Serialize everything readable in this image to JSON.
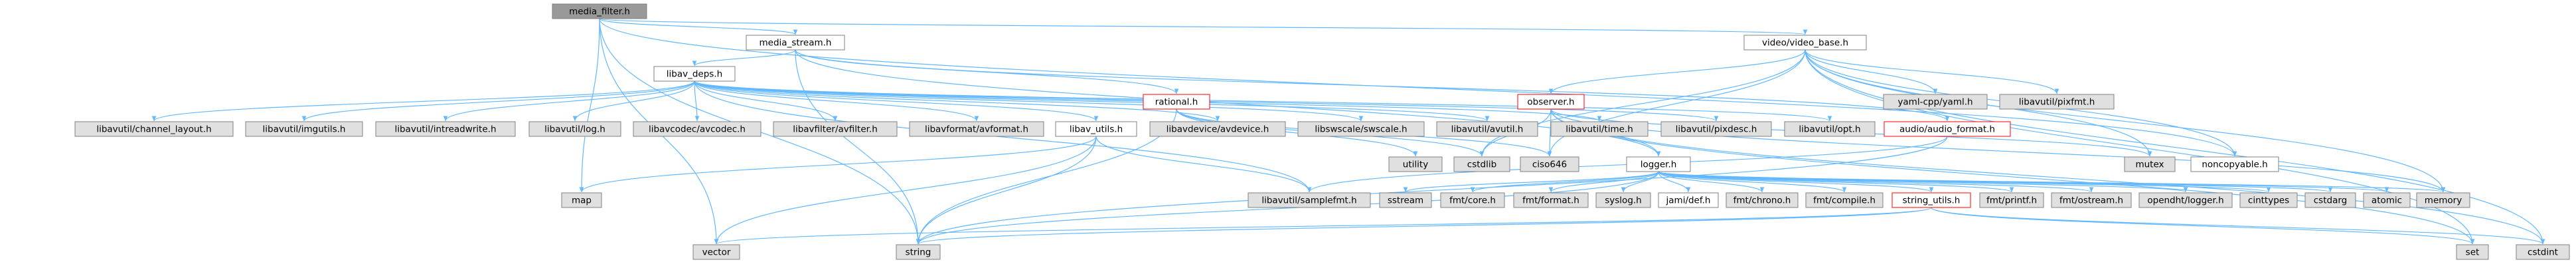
{
  "diagram": {
    "type": "include-dependency-graph",
    "colors": {
      "edge": "#63b8ff",
      "node_border": "#808080",
      "root_fill": "#999999",
      "default_fill": "#ffffff",
      "external_fill": "#e0e0e0",
      "highlight_border": "#ff0000"
    },
    "nodes": [
      {
        "id": "media_filter",
        "label": "media_filter.h",
        "style": "root"
      },
      {
        "id": "media_stream",
        "label": "media_stream.h",
        "style": "default"
      },
      {
        "id": "video_base",
        "label": "video/video_base.h",
        "style": "default"
      },
      {
        "id": "libav_deps",
        "label": "libav_deps.h",
        "style": "default"
      },
      {
        "id": "rational",
        "label": "rational.h",
        "style": "highlight"
      },
      {
        "id": "observer",
        "label": "observer.h",
        "style": "highlight"
      },
      {
        "id": "yaml",
        "label": "yaml-cpp/yaml.h",
        "style": "external"
      },
      {
        "id": "pixfmt",
        "label": "libavutil/pixfmt.h",
        "style": "external"
      },
      {
        "id": "chlayout",
        "label": "libavutil/channel_layout.h",
        "style": "external"
      },
      {
        "id": "imgutils",
        "label": "libavutil/imgutils.h",
        "style": "external"
      },
      {
        "id": "intreadwrite",
        "label": "libavutil/intreadwrite.h",
        "style": "external"
      },
      {
        "id": "log",
        "label": "libavutil/log.h",
        "style": "external"
      },
      {
        "id": "avcodec",
        "label": "libavcodec/avcodec.h",
        "style": "external"
      },
      {
        "id": "avfilter",
        "label": "libavfilter/avfilter.h",
        "style": "external"
      },
      {
        "id": "avformat",
        "label": "libavformat/avformat.h",
        "style": "external"
      },
      {
        "id": "libav_utils",
        "label": "libav_utils.h",
        "style": "default"
      },
      {
        "id": "avdevice",
        "label": "libavdevice/avdevice.h",
        "style": "external"
      },
      {
        "id": "swscale",
        "label": "libswscale/swscale.h",
        "style": "external"
      },
      {
        "id": "avutil",
        "label": "libavutil/avutil.h",
        "style": "external"
      },
      {
        "id": "time",
        "label": "libavutil/time.h",
        "style": "external"
      },
      {
        "id": "pixdesc",
        "label": "libavutil/pixdesc.h",
        "style": "external"
      },
      {
        "id": "opt",
        "label": "libavutil/opt.h",
        "style": "external"
      },
      {
        "id": "audio_format",
        "label": "audio/audio_format.h",
        "style": "highlight"
      },
      {
        "id": "utility",
        "label": "utility",
        "style": "external"
      },
      {
        "id": "cstdlib",
        "label": "cstdlib",
        "style": "external"
      },
      {
        "id": "ciso646",
        "label": "ciso646",
        "style": "external"
      },
      {
        "id": "logger",
        "label": "logger.h",
        "style": "default"
      },
      {
        "id": "mutex",
        "label": "mutex",
        "style": "external"
      },
      {
        "id": "noncopyable",
        "label": "noncopyable.h",
        "style": "default"
      },
      {
        "id": "map",
        "label": "map",
        "style": "external"
      },
      {
        "id": "samplefmt",
        "label": "libavutil/samplefmt.h",
        "style": "external"
      },
      {
        "id": "sstream",
        "label": "sstream",
        "style": "external"
      },
      {
        "id": "fmtcore",
        "label": "fmt/core.h",
        "style": "external"
      },
      {
        "id": "fmtformat",
        "label": "fmt/format.h",
        "style": "external"
      },
      {
        "id": "syslog",
        "label": "syslog.h",
        "style": "external"
      },
      {
        "id": "jamidef",
        "label": "jami/def.h",
        "style": "default"
      },
      {
        "id": "fmtchrono",
        "label": "fmt/chrono.h",
        "style": "external"
      },
      {
        "id": "fmtcompile",
        "label": "fmt/compile.h",
        "style": "external"
      },
      {
        "id": "string_utils",
        "label": "string_utils.h",
        "style": "highlight"
      },
      {
        "id": "fmtprintf",
        "label": "fmt/printf.h",
        "style": "external"
      },
      {
        "id": "fmtostream",
        "label": "fmt/ostream.h",
        "style": "external"
      },
      {
        "id": "opendht",
        "label": "opendht/logger.h",
        "style": "external"
      },
      {
        "id": "cinttypes",
        "label": "cinttypes",
        "style": "external"
      },
      {
        "id": "cstdarg",
        "label": "cstdarg",
        "style": "external"
      },
      {
        "id": "atomic",
        "label": "atomic",
        "style": "external"
      },
      {
        "id": "memory",
        "label": "memory",
        "style": "external"
      },
      {
        "id": "vector",
        "label": "vector",
        "style": "external"
      },
      {
        "id": "string",
        "label": "string",
        "style": "external"
      },
      {
        "id": "set",
        "label": "set",
        "style": "external"
      },
      {
        "id": "cstdint",
        "label": "cstdint",
        "style": "external"
      }
    ],
    "edges": [
      [
        "media_filter",
        "media_stream"
      ],
      [
        "media_filter",
        "video_base"
      ],
      [
        "media_filter",
        "map"
      ],
      [
        "media_filter",
        "string"
      ],
      [
        "media_filter",
        "vector"
      ],
      [
        "media_filter",
        "noncopyable"
      ],
      [
        "media_stream",
        "libav_deps"
      ],
      [
        "media_stream",
        "rational"
      ],
      [
        "media_stream",
        "audio_format"
      ],
      [
        "media_stream",
        "logger"
      ],
      [
        "media_stream",
        "string"
      ],
      [
        "libav_deps",
        "chlayout"
      ],
      [
        "libav_deps",
        "imgutils"
      ],
      [
        "libav_deps",
        "intreadwrite"
      ],
      [
        "libav_deps",
        "log"
      ],
      [
        "libav_deps",
        "avcodec"
      ],
      [
        "libav_deps",
        "avfilter"
      ],
      [
        "libav_deps",
        "avformat"
      ],
      [
        "libav_deps",
        "libav_utils"
      ],
      [
        "libav_deps",
        "avdevice"
      ],
      [
        "libav_deps",
        "swscale"
      ],
      [
        "libav_deps",
        "avutil"
      ],
      [
        "libav_deps",
        "time"
      ],
      [
        "libav_deps",
        "pixdesc"
      ],
      [
        "libav_deps",
        "opt"
      ],
      [
        "libav_deps",
        "samplefmt"
      ],
      [
        "libav_utils",
        "map"
      ],
      [
        "libav_utils",
        "samplefmt"
      ],
      [
        "libav_utils",
        "string"
      ],
      [
        "libav_utils",
        "vector"
      ],
      [
        "rational",
        "utility"
      ],
      [
        "rational",
        "cstdlib"
      ],
      [
        "rational",
        "ciso646"
      ],
      [
        "rational",
        "string"
      ],
      [
        "audio_format",
        "samplefmt"
      ],
      [
        "audio_format",
        "string"
      ],
      [
        "video_base",
        "observer"
      ],
      [
        "video_base",
        "yaml"
      ],
      [
        "video_base",
        "pixfmt"
      ],
      [
        "video_base",
        "mutex"
      ],
      [
        "video_base",
        "noncopyable"
      ],
      [
        "video_base",
        "memory"
      ],
      [
        "video_base",
        "cstdlib"
      ],
      [
        "video_base",
        "ciso646"
      ],
      [
        "video_base",
        "cstdint"
      ],
      [
        "video_base",
        "set"
      ],
      [
        "observer",
        "logger"
      ],
      [
        "observer",
        "mutex"
      ],
      [
        "observer",
        "memory"
      ],
      [
        "observer",
        "set"
      ],
      [
        "observer",
        "ciso646"
      ],
      [
        "observer",
        "cstdlib"
      ],
      [
        "observer",
        "cstdint"
      ],
      [
        "logger",
        "sstream"
      ],
      [
        "logger",
        "fmtcore"
      ],
      [
        "logger",
        "fmtformat"
      ],
      [
        "logger",
        "syslog"
      ],
      [
        "logger",
        "jamidef"
      ],
      [
        "logger",
        "fmtchrono"
      ],
      [
        "logger",
        "fmtcompile"
      ],
      [
        "logger",
        "string_utils"
      ],
      [
        "logger",
        "fmtprintf"
      ],
      [
        "logger",
        "fmtostream"
      ],
      [
        "logger",
        "opendht"
      ],
      [
        "logger",
        "cinttypes"
      ],
      [
        "logger",
        "cstdarg"
      ],
      [
        "logger",
        "atomic"
      ],
      [
        "logger",
        "memory"
      ],
      [
        "logger",
        "string"
      ],
      [
        "string_utils",
        "string"
      ],
      [
        "string_utils",
        "vector"
      ],
      [
        "string_utils",
        "set"
      ],
      [
        "string_utils",
        "cstdint"
      ]
    ]
  }
}
